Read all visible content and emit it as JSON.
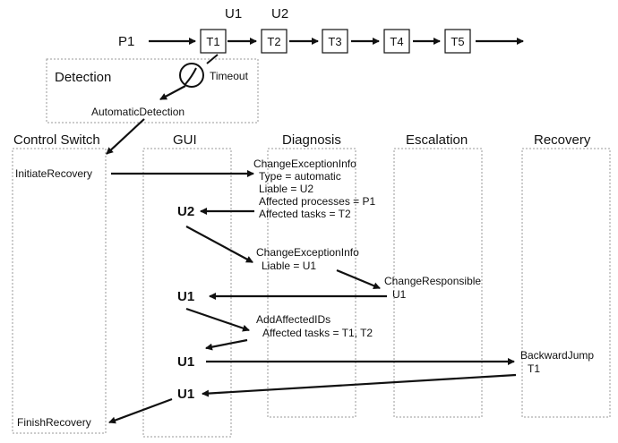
{
  "process_row": {
    "process_label": "P1",
    "tasks": [
      "T1",
      "T2",
      "T3",
      "T4",
      "T5"
    ],
    "users_above": [
      "U1",
      "U2"
    ]
  },
  "detection": {
    "title": "Detection",
    "timeout_label": "Timeout",
    "automatic_label": "AutomaticDetection"
  },
  "lanes": [
    "Control Switch",
    "GUI",
    "Diagnosis",
    "Escalation",
    "Recovery"
  ],
  "messages": {
    "initiate_recovery": "InitiateRecovery",
    "change_exception_info_1": {
      "title": "ChangeExceptionInfo",
      "lines": [
        "Type = automatic",
        "Liable = U2",
        "Affected processes = P1",
        "Affected tasks = T2"
      ]
    },
    "gui_u2": "U2",
    "change_exception_info_2": {
      "title": "ChangeExceptionInfo",
      "lines": [
        "Liable = U1"
      ]
    },
    "change_responsible": {
      "title": "ChangeResponsible",
      "lines": [
        "U1"
      ]
    },
    "gui_u1_a": "U1",
    "add_affected_ids": {
      "title": "AddAffectedIDs",
      "lines": [
        "Affected tasks = T1, T2"
      ]
    },
    "gui_u1_b": "U1",
    "backward_jump": {
      "title": "BackwardJump",
      "lines": [
        "T1"
      ]
    },
    "gui_u1_c": "U1",
    "finish_recovery": "FinishRecovery"
  }
}
